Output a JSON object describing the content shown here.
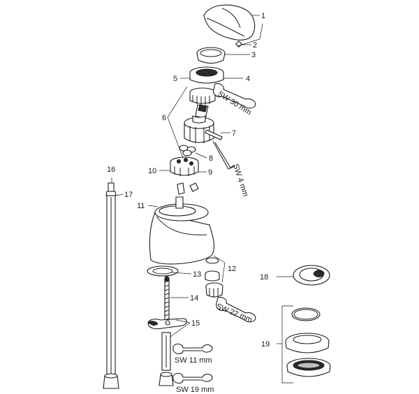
{
  "parts": {
    "p1": "1",
    "p2": "2",
    "p3": "3",
    "p4": "4",
    "p5": "5",
    "p6": "6",
    "p7": "7",
    "p8": "8",
    "p9": "9",
    "p10": "10",
    "p11": "11",
    "p12": "12",
    "p13": "13",
    "p14": "14",
    "p15": "15",
    "p16": "16",
    "p17": "17",
    "p18": "18",
    "p19": "19"
  },
  "wrench_sizes": {
    "sw30": "SW 30 mm",
    "sw4": "SW 4 mm",
    "sw22": "SW 22 mm",
    "sw11": "SW 11 mm",
    "sw19": "SW 19 mm"
  }
}
